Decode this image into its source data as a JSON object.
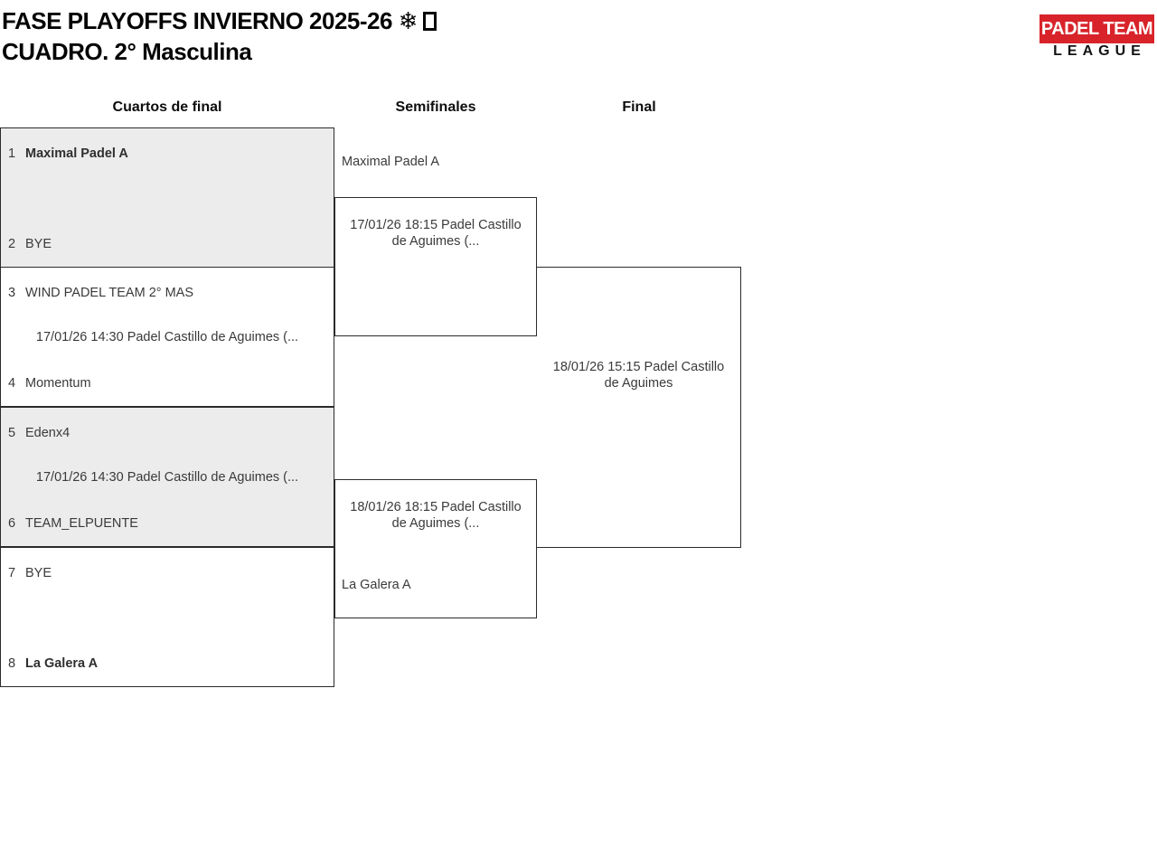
{
  "header": {
    "title_line1": "FASE PLAYOFFS INVIERNO 2025-26 ❄",
    "title_line2": "CUADRO. 2° Masculina"
  },
  "logo": {
    "top": "PADEL TEAM",
    "bottom": "LEAGUE",
    "accent_color": "#d8232a"
  },
  "columns": [
    "Cuartos de final",
    "Semifinales",
    "Final"
  ],
  "bracket": {
    "quarterfinals": [
      {
        "seed1": "1",
        "team1": "Maximal Padel A",
        "seed2": "2",
        "team2": "BYE",
        "date": ""
      },
      {
        "seed1": "3",
        "team1": "WIND PADEL TEAM 2° MAS",
        "seed2": "4",
        "team2": "Momentum",
        "date": "17/01/26 14:30 Padel Castillo de Aguimes (..."
      },
      {
        "seed1": "5",
        "team1": "Edenx4",
        "seed2": "6",
        "team2": "TEAM_ELPUENTE",
        "date": "17/01/26 14:30 Padel Castillo de Aguimes (..."
      },
      {
        "seed1": "7",
        "team1": "BYE",
        "seed2": "8",
        "team2": "La Galera A",
        "date": ""
      }
    ],
    "semifinals": [
      {
        "team1": "Maximal Padel A",
        "date": "17/01/26 18:15 Padel Castillo de Aguimes (..."
      },
      {
        "team2": "La Galera A",
        "date": "18/01/26 18:15 Padel Castillo de Aguimes (..."
      }
    ],
    "final": {
      "date": "18/01/26 15:15 Padel Castillo de Aguimes"
    }
  }
}
